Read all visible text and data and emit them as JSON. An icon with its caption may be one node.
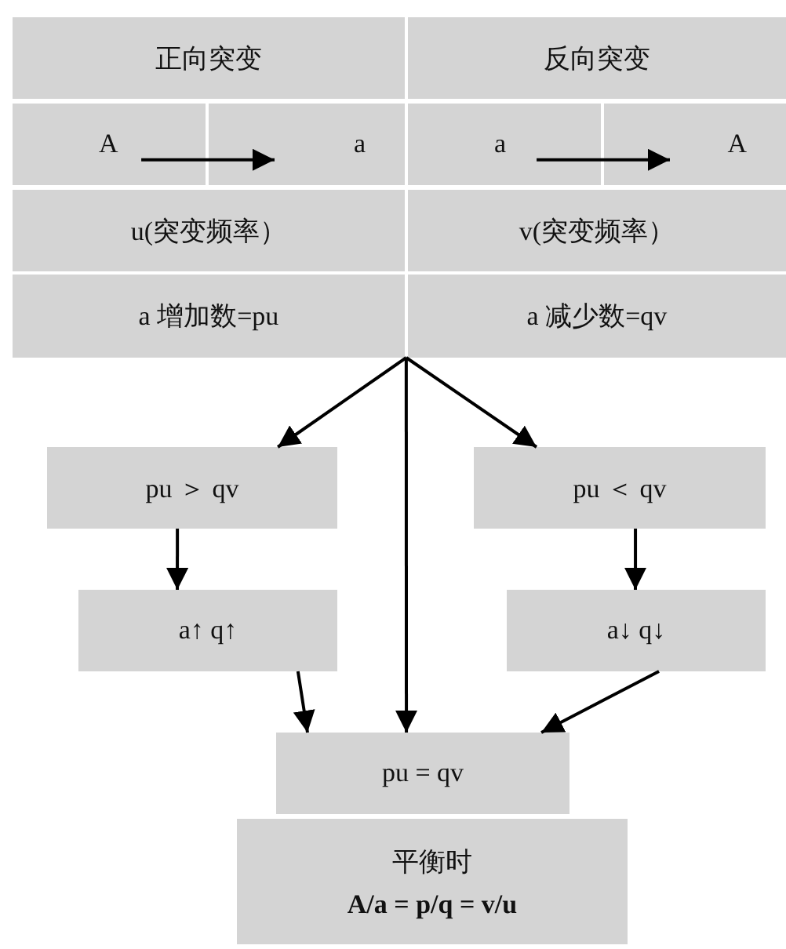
{
  "diagram": {
    "nodes": [
      {
        "text": [],
        "shape": "box"
      },
      {
        "text": [
          "正向突变"
        ],
        "in": 0
      },
      {
        "text": [
          "反向突变"
        ],
        "in": 0
      },
      {
        "text": [
          "A"
        ],
        "in": 0
      },
      {
        "text": [
          "a"
        ],
        "in": 0
      },
      {
        "text": [
          "a"
        ],
        "in": 0
      },
      {
        "text": [
          "A"
        ],
        "in": 0
      },
      {
        "text": [
          "u(突变频率）"
        ],
        "in": 0
      },
      {
        "text": [
          "v(突变频率）"
        ],
        "in": 0
      },
      {
        "text": [
          "a 增加数=pu"
        ],
        "in": 0
      },
      {
        "text": [
          "a 减少数=qv"
        ],
        "in": 0
      },
      {
        "text": [
          "pu ＞ qv"
        ]
      },
      {
        "text": [
          "pu ＜ qv"
        ]
      },
      {
        "text": [
          "a↑ q↑"
        ]
      },
      {
        "text": [
          "a↓ q↓"
        ]
      },
      {
        "text": [
          "pu = qv"
        ]
      },
      {
        "text": [
          "平衡时",
          "A/a = p/q = v/u"
        ]
      }
    ],
    "edges": [
      {
        "from": 3,
        "to": 4,
        "arrow": "to"
      },
      {
        "from": 5,
        "to": 6,
        "arrow": "to"
      },
      {
        "from": 0,
        "to": 11,
        "arrow": "to"
      },
      {
        "from": 0,
        "to": 12,
        "arrow": "to"
      },
      {
        "from": 0,
        "to": 15,
        "arrow": "to"
      },
      {
        "from": 11,
        "to": 13,
        "arrow": "to"
      },
      {
        "from": 12,
        "to": 14,
        "arrow": "to"
      },
      {
        "from": 13,
        "to": 15,
        "arrow": "to"
      },
      {
        "from": 14,
        "to": 15,
        "arrow": "to"
      }
    ]
  }
}
